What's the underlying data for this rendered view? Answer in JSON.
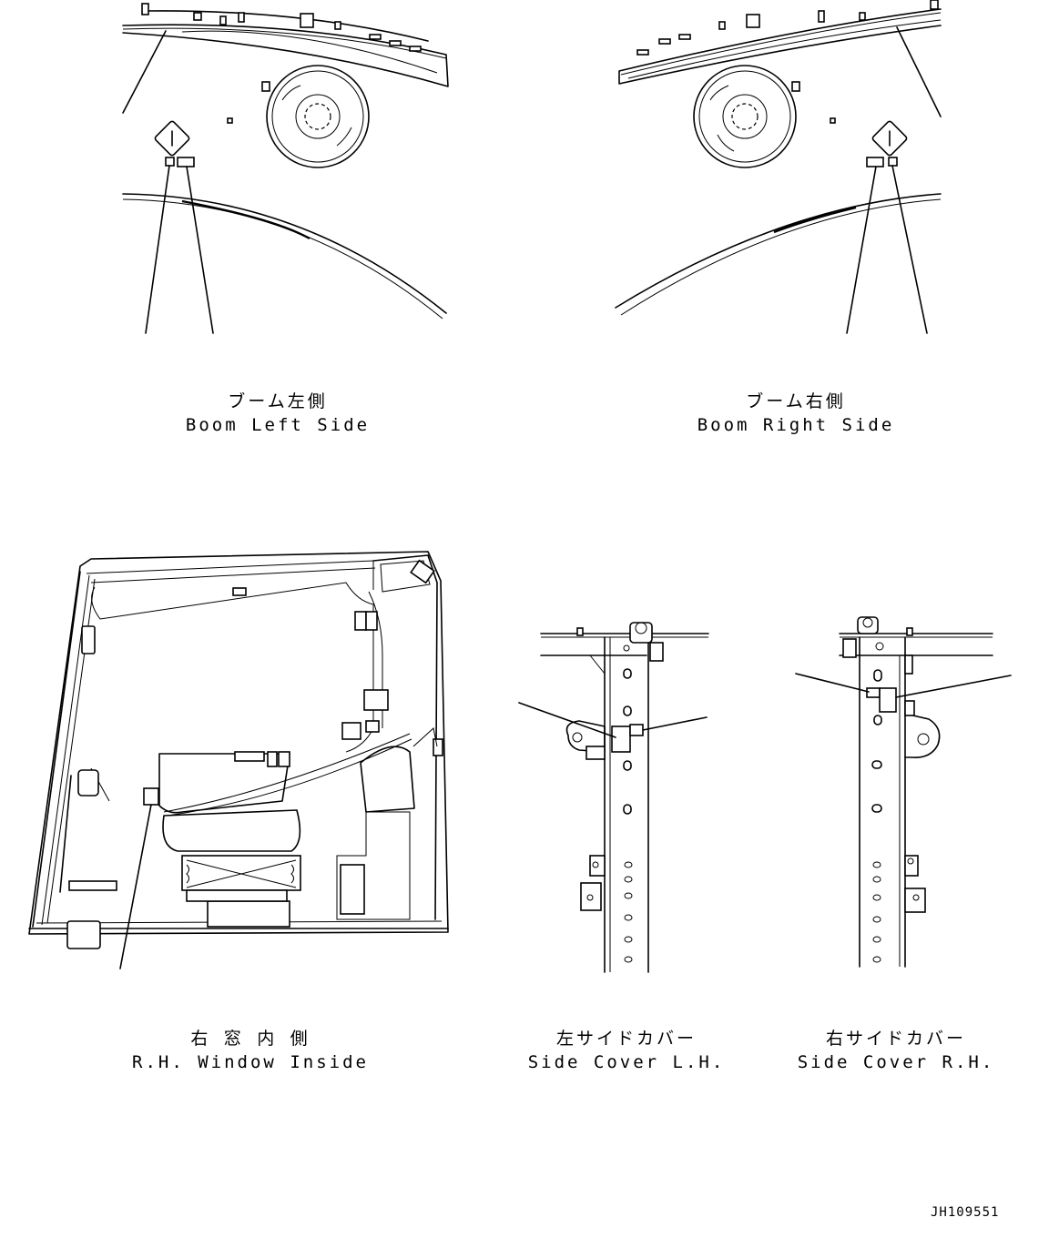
{
  "views": [
    {
      "id": "boom-left",
      "label_jp": "ブーム左側",
      "label_en": "Boom Left Side"
    },
    {
      "id": "boom-right",
      "label_jp": "ブーム右側",
      "label_en": "Boom Right Side"
    },
    {
      "id": "rh-window",
      "label_jp": "右 窓 内 側",
      "label_en": "R.H. Window Inside"
    },
    {
      "id": "side-cover-lh",
      "label_jp": "左サイドカバー",
      "label_en": "Side Cover L.H."
    },
    {
      "id": "side-cover-rh",
      "label_jp": "右サイドカバー",
      "label_en": "Side Cover R.H."
    }
  ],
  "drawing_code": "JH109551"
}
